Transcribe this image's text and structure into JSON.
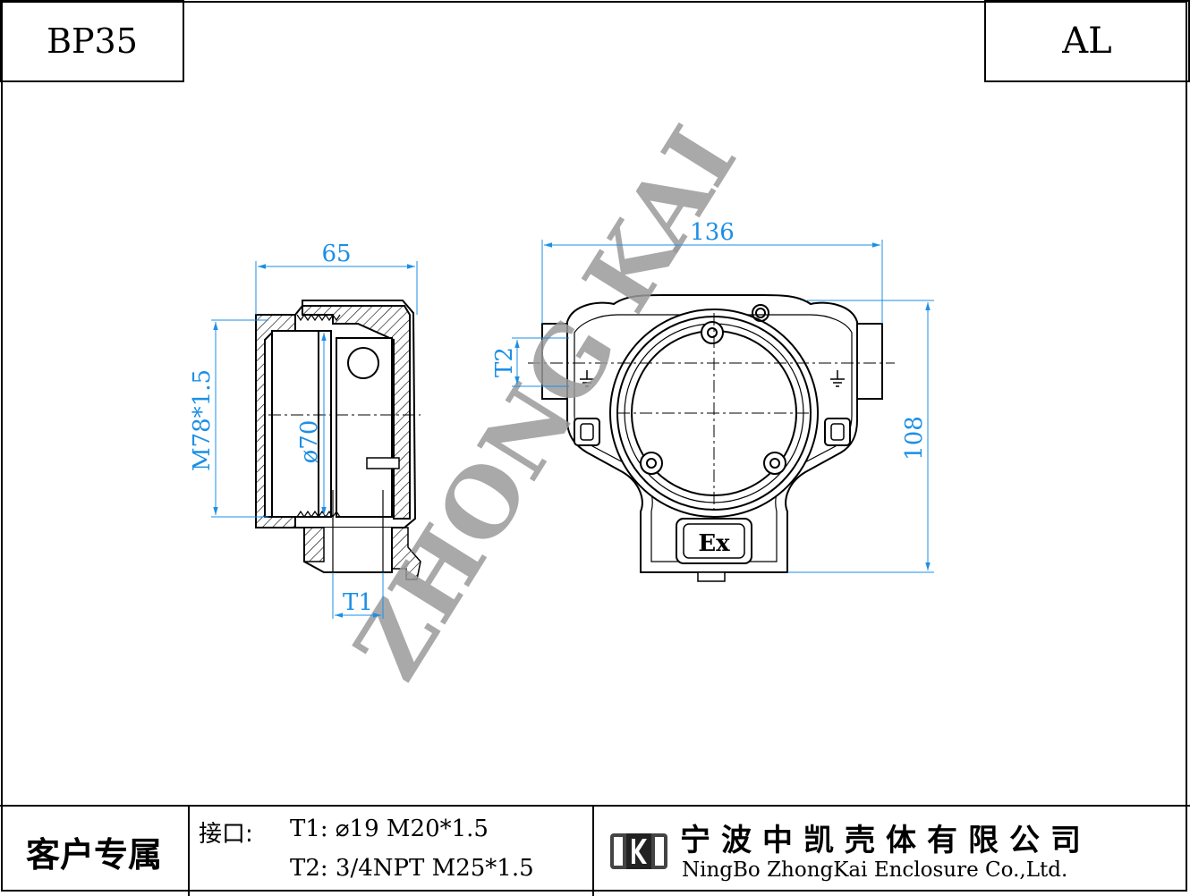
{
  "header": {
    "model": "BP35",
    "material": "AL"
  },
  "dimensions": {
    "side_width": "65",
    "side_thread": "M78*1.5",
    "side_inner_dia": "ø70",
    "side_t1": "T1",
    "front_width": "136",
    "front_height": "108",
    "front_t2": "T2"
  },
  "marks": {
    "watermark": "ZHONG KAI",
    "ex_badge": "Ex"
  },
  "footer": {
    "customer_label": "客户专属",
    "ports_label": "接口:",
    "port_t1": "T1: ⌀19 M20*1.5",
    "port_t2": "T2: 3/4NPT M25*1.5",
    "company_cn": "宁波中凯壳体有限公司",
    "company_en": "NingBo ZhongKai Enclosure Co.,Ltd."
  },
  "colors": {
    "dimension": "#1b8fe6",
    "line": "#000000",
    "watermark": "#9a9a9a"
  }
}
